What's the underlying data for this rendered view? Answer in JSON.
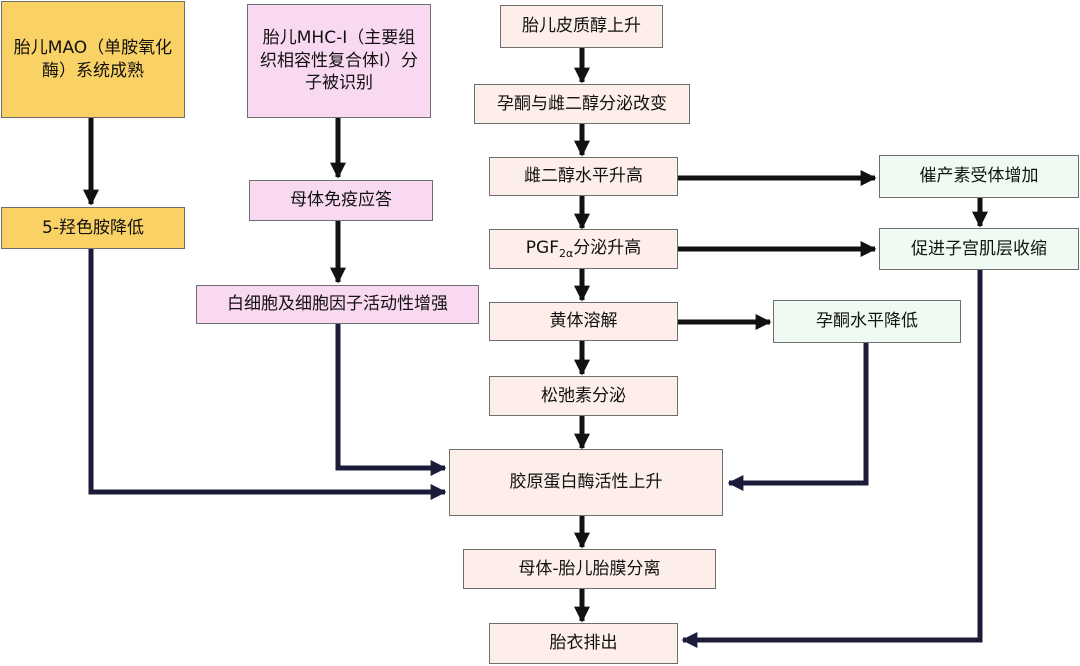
{
  "nodes": {
    "mao": "胎儿MAO（单胺氧化酶）系统成熟",
    "serotonin": "5-羟色胺降低",
    "mhc": "胎儿MHC-I（主要组织相容性复合体I）分子被识别",
    "immune": "母体免疫应答",
    "cytokine": "白细胞及细胞因子活动性增强",
    "cortisol": "胎儿皮质醇上升",
    "progest_estr": "孕酮与雌二醇分泌改变",
    "estradiol": "雌二醇水平升高",
    "pgf_main": "PGF",
    "pgf_sub": "2α",
    "pgf_rest": "分泌升高",
    "luteolysis": "黄体溶解",
    "relaxin": "松弛素分泌",
    "collagenase": "胶原蛋白酶活性上升",
    "separation": "母体-胎儿胎膜分离",
    "expulsion": "胎衣排出",
    "oxytocin_rec": "催产素受体增加",
    "uterine": "促进子宫肌层收缩",
    "progest_low": "孕酮水平降低"
  },
  "colors": {
    "peach": "#fdeee9",
    "pink": "#f9d8f2",
    "gold": "#f9d164",
    "mint": "#eefaf2",
    "arrow_black": "#111111",
    "arrow_navy": "#1b1b3a"
  }
}
